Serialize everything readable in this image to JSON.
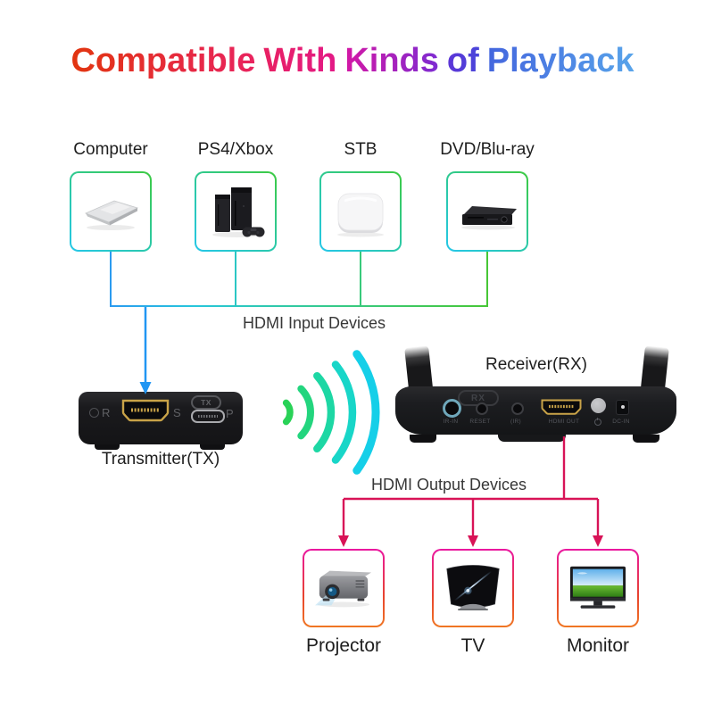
{
  "title": {
    "full_text": "Compatible With Kinds of Playback",
    "words": [
      "Compatible",
      "With",
      "Kinds",
      "of",
      "Playback"
    ]
  },
  "input_section": {
    "connector_label": "HDMI Input Devices",
    "devices": [
      {
        "label": "Computer",
        "icon": "laptop-icon"
      },
      {
        "label": "PS4/Xbox",
        "icon": "game-consoles-icon"
      },
      {
        "label": "STB",
        "icon": "set-top-box-icon"
      },
      {
        "label": "DVD/Blu-ray",
        "icon": "dvd-player-icon"
      }
    ]
  },
  "transmitter": {
    "caption": "Transmitter(TX)",
    "front_labels": {
      "r": "R",
      "s": "S",
      "p": "P",
      "tx_badge": "TX"
    }
  },
  "wireless": {
    "icon": "wifi-signal-icon"
  },
  "receiver": {
    "caption": "Receiver(RX)",
    "rx_badge": "RX",
    "ports": [
      {
        "name": "ir-in-port",
        "label": "IR-IN"
      },
      {
        "name": "reset-port",
        "label": "RESET"
      },
      {
        "name": "ir-port",
        "label": "(IR)"
      },
      {
        "name": "hdmi-out-port",
        "label": "HDMI OUT"
      },
      {
        "name": "power-button",
        "label": "",
        "icon": "power-icon"
      },
      {
        "name": "dc-in-port",
        "label": "DC-IN"
      }
    ]
  },
  "output_section": {
    "connector_label": "HDMI Output Devices",
    "devices": [
      {
        "label": "Projector",
        "icon": "projector-icon"
      },
      {
        "label": "TV",
        "icon": "tv-icon"
      },
      {
        "label": "Monitor",
        "icon": "monitor-icon"
      }
    ]
  },
  "colors": {
    "input_border_green": "#3dca41",
    "input_border_cyan": "#25c7e9",
    "input_line_blue": "#2196f3",
    "input_line_green": "#47c736",
    "wifi_green": "#29d257",
    "wifi_cyan": "#15cfe8",
    "output_line_pink": "#d81357",
    "output_border_magenta": "#ea17a0",
    "output_border_orange": "#f07724",
    "hdmi_gold": "#c9a348",
    "title_gradient_start": "#e2350f",
    "title_gradient_end": "#58a4ea"
  }
}
